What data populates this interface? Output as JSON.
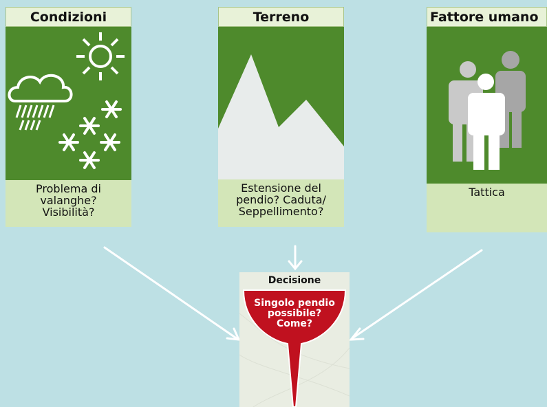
{
  "cards": [
    {
      "title": "Condizioni",
      "caption": [
        "Problema di",
        "valanghe?",
        "Visibilità?"
      ],
      "icon": "weather-icon"
    },
    {
      "title": "Terreno",
      "caption": [
        "Estensione del",
        "pendio? Caduta/",
        "Seppellimento?"
      ],
      "icon": "mountain-icon"
    },
    {
      "title": "Fattore umano",
      "caption": [
        "Tattica"
      ],
      "icon": "people-icon"
    }
  ],
  "decision": {
    "title": "Decisione",
    "question": [
      "Singolo pendio",
      "possibile?",
      "Come?"
    ]
  },
  "colors": {
    "background": "#bde0e4",
    "card_green": "#4e8a2c",
    "caption_green": "#d3e6b8",
    "funnel_red": "#c0111f",
    "arrow": "#ffffff"
  }
}
